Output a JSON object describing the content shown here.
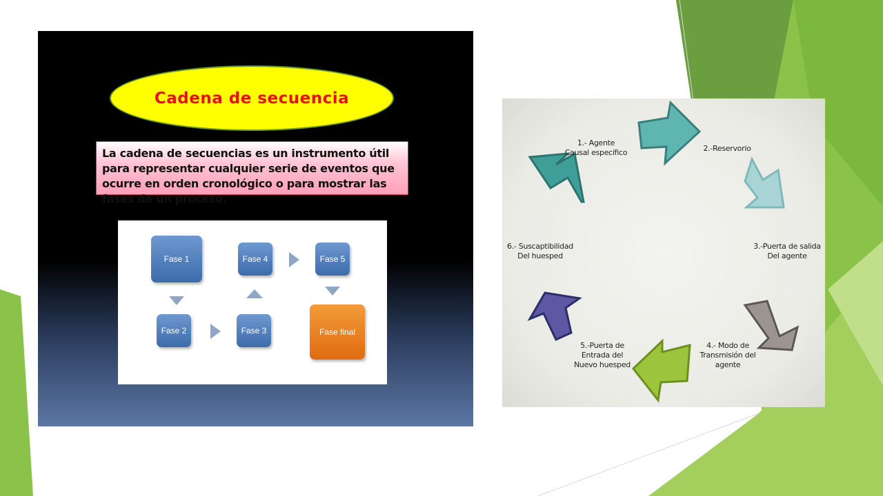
{
  "slide": {
    "title": "Cadena de secuencia",
    "definition": "La cadena de secuencias es un instrumento útil para representar cualquier serie de eventos que ocurre en orden cronológico o para mostrar las fases de un proceso.",
    "phases": {
      "fase1": "Fase 1",
      "fase2": "Fase 2",
      "fase3": "Fase 3",
      "fase4": "Fase 4",
      "fase5": "Fase 5",
      "final": "Fase final"
    },
    "colors": {
      "title_bg": "#ffff00",
      "title_text": "#e8101a",
      "phase_blue": "#4f7fbd",
      "phase_orange": "#e8761c"
    }
  },
  "cycle": {
    "steps": [
      {
        "label": "1.- Agente Causal específico",
        "color": "#3f9f98"
      },
      {
        "label": "2.-Reservorio",
        "color": "#5fb5b0"
      },
      {
        "label": "3.-Puerta de salida Del agente",
        "color": "#a9d4d6"
      },
      {
        "label": "4.- Modo de Transmisión del agente",
        "color": "#9b948f"
      },
      {
        "label": "5.-Puerta de Entrada del Nuevo huesped",
        "color": "#9cc43c"
      },
      {
        "label": "6.- Suscaptibilidad Del huesped",
        "color": "#5e57a4"
      }
    ]
  }
}
